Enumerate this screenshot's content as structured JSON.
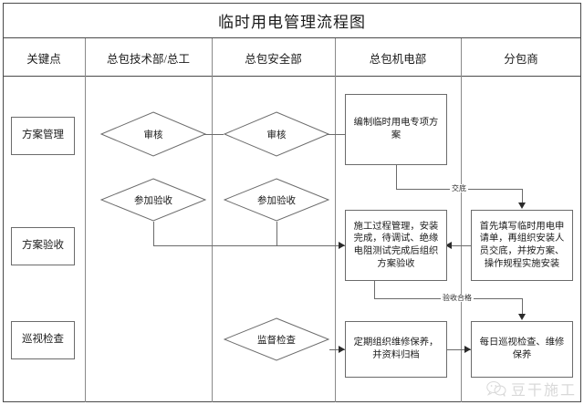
{
  "document": {
    "title": "临时用电管理流程图"
  },
  "table": {
    "columns": [
      {
        "id": "key-point",
        "label": "关键点"
      },
      {
        "id": "tech-dept",
        "label": "总包技术部/总工"
      },
      {
        "id": "safety-dept",
        "label": "总包安全部"
      },
      {
        "id": "mep-dept",
        "label": "总包机电部"
      },
      {
        "id": "subcontractor",
        "label": "分包商"
      }
    ]
  },
  "key_points": [
    {
      "id": "plan-management",
      "label": "方案管理"
    },
    {
      "id": "plan-acceptance",
      "label": "方案验收"
    },
    {
      "id": "patrol-inspection",
      "label": "巡视检查"
    }
  ],
  "nodes": {
    "review_tech": "审核",
    "review_safety": "审核",
    "join_acceptance_tech": "参加验收",
    "join_acceptance_safety": "参加验收",
    "supervise_check": "监督检查",
    "compile_plan": "编制临时用电专项方案",
    "construction_process": "施工过程管理，安装完成，待调试、绝缘电阻测试完成后组织方案验收",
    "periodic_maintenance": "定期组织维修保养，并资料归档",
    "fill_application": "首先填写临时用电申请单，再组织安装人员交底，并按方案、操作规程实施安装",
    "daily_patrol": "每日巡视检查、维修保养"
  },
  "connector_labels": {
    "disclosure": "交底",
    "acceptance_passed": "验收合格"
  },
  "watermark": {
    "text": "豆干施工",
    "icon": "wechat-icon"
  },
  "colors": {
    "frame": "#4a4a4a",
    "node_border": "#6b6b6b",
    "connector": "#6b6b6b",
    "arrow": "#2b2b2b",
    "text": "#1a1a1a",
    "background": "#ffffff"
  }
}
